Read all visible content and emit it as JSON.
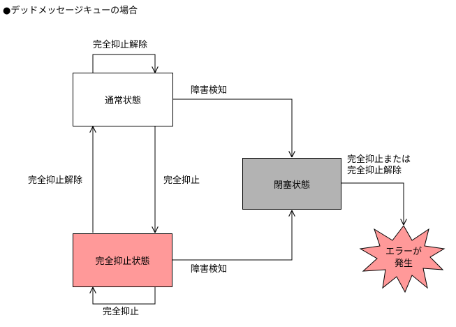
{
  "title": "●デッドメッセージキューの場合",
  "states": {
    "normal": "通常状態",
    "suppressed": "完全抑止状態",
    "blocked": "閉塞状態"
  },
  "transitions": {
    "normal_self": "完全抑止解除",
    "normal_to_blocked": "障害検知",
    "suppressed_to_normal": "完全抑止解除",
    "normal_to_suppressed": "完全抑止",
    "suppressed_self": "完全抑止",
    "suppressed_to_blocked": "障害検知",
    "blocked_to_error_line1": "完全抑止または",
    "blocked_to_error_line2": "完全抑止解除"
  },
  "error": {
    "line1": "エラーが",
    "line2": "発生"
  },
  "colors": {
    "suppressed_fill": "#ff9999",
    "blocked_fill": "#b3b3b3",
    "error_fill": "#ff9999"
  }
}
